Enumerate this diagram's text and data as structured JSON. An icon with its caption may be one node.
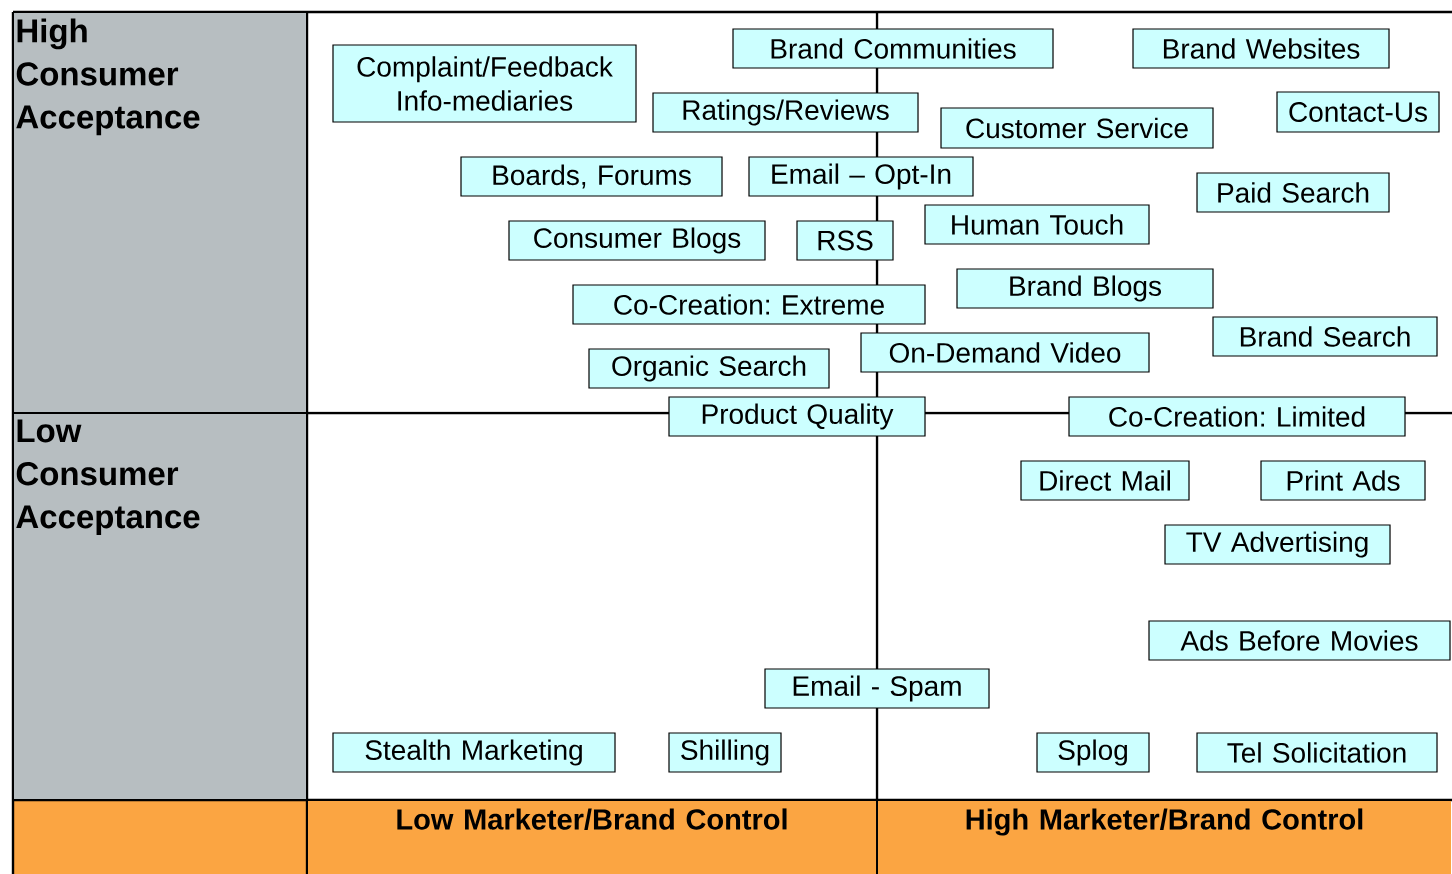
{
  "diagram": {
    "nodes": [
      {
        "text": [
          "High Consumer Acceptance"
        ]
      },
      {
        "text": [
          "Low Consumer Acceptance"
        ]
      },
      {
        "text": [
          "Complaint/Feedback Info-mediaries"
        ]
      },
      {
        "text": [
          "Brand Communities"
        ]
      },
      {
        "text": [
          "Brand Websites"
        ]
      },
      {
        "text": [
          "Ratings/Reviews"
        ]
      },
      {
        "text": [
          "Customer Service"
        ]
      },
      {
        "text": [
          "Contact-Us"
        ]
      },
      {
        "text": [
          "Boards, Forums"
        ]
      },
      {
        "text": [
          "Email – Opt-In"
        ]
      },
      {
        "text": [
          "Paid Search"
        ]
      },
      {
        "text": [
          "Human Touch"
        ]
      },
      {
        "text": [
          "Consumer Blogs"
        ]
      },
      {
        "text": [
          "RSS"
        ]
      },
      {
        "text": [
          "Brand Blogs"
        ]
      },
      {
        "text": [
          "Co-Creation: Extreme"
        ]
      },
      {
        "text": [
          "Brand Search"
        ]
      },
      {
        "text": [
          "On-Demand Video"
        ]
      },
      {
        "text": [
          "Organic Search"
        ]
      },
      {
        "text": [
          "Product Quality"
        ]
      },
      {
        "text": [
          "Co-Creation: Limited"
        ]
      },
      {
        "text": [
          "Direct Mail"
        ]
      },
      {
        "text": [
          "Print Ads"
        ]
      },
      {
        "text": [
          "TV Advertising"
        ]
      },
      {
        "text": [
          "Ads Before Movies"
        ]
      },
      {
        "text": [
          "Email - Spam"
        ]
      },
      {
        "text": [
          "Stealth Marketing"
        ]
      },
      {
        "text": [
          "Shilling"
        ]
      },
      {
        "text": [
          "Splog"
        ]
      },
      {
        "text": [
          "Tel Solicitation"
        ]
      },
      {
        "text": [
          "Low Marketer/Brand Control"
        ]
      },
      {
        "text": [
          "High Marketer/Brand Control"
        ]
      }
    ]
  }
}
